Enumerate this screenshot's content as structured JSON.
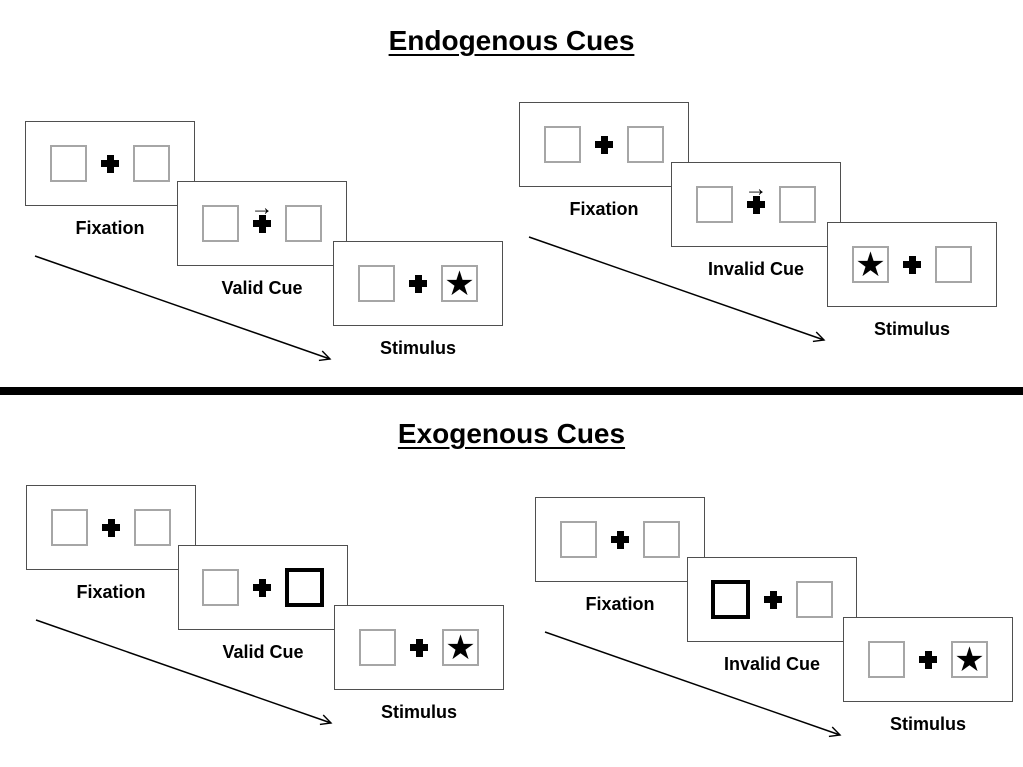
{
  "colors": {
    "ink": "#000000",
    "panel_border": "#4f4f4f",
    "box_border": "#a6a6a6",
    "background": "#ffffff"
  },
  "icons": {
    "star": "★",
    "cue_arrow": "→"
  },
  "sections": [
    {
      "title": "Endogenous Cues",
      "cue_style": "central-arrow",
      "sequences": [
        {
          "name": "valid",
          "panels": [
            {
              "label": "Fixation",
              "type": "fixation"
            },
            {
              "label": "Valid Cue",
              "type": "cue",
              "cue": "arrow-right"
            },
            {
              "label": "Stimulus",
              "type": "stimulus",
              "star_side": "right"
            }
          ]
        },
        {
          "name": "invalid",
          "panels": [
            {
              "label": "Fixation",
              "type": "fixation"
            },
            {
              "label": "Invalid Cue",
              "type": "cue",
              "cue": "arrow-right"
            },
            {
              "label": "Stimulus",
              "type": "stimulus",
              "star_side": "left"
            }
          ]
        }
      ]
    },
    {
      "title": "Exogenous Cues",
      "cue_style": "peripheral-box",
      "sequences": [
        {
          "name": "valid",
          "panels": [
            {
              "label": "Fixation",
              "type": "fixation"
            },
            {
              "label": "Valid Cue",
              "type": "cue",
              "cue": "box-right"
            },
            {
              "label": "Stimulus",
              "type": "stimulus",
              "star_side": "right"
            }
          ]
        },
        {
          "name": "invalid",
          "panels": [
            {
              "label": "Fixation",
              "type": "fixation"
            },
            {
              "label": "Invalid Cue",
              "type": "cue",
              "cue": "box-left"
            },
            {
              "label": "Stimulus",
              "type": "stimulus",
              "star_side": "right"
            }
          ]
        }
      ]
    }
  ]
}
